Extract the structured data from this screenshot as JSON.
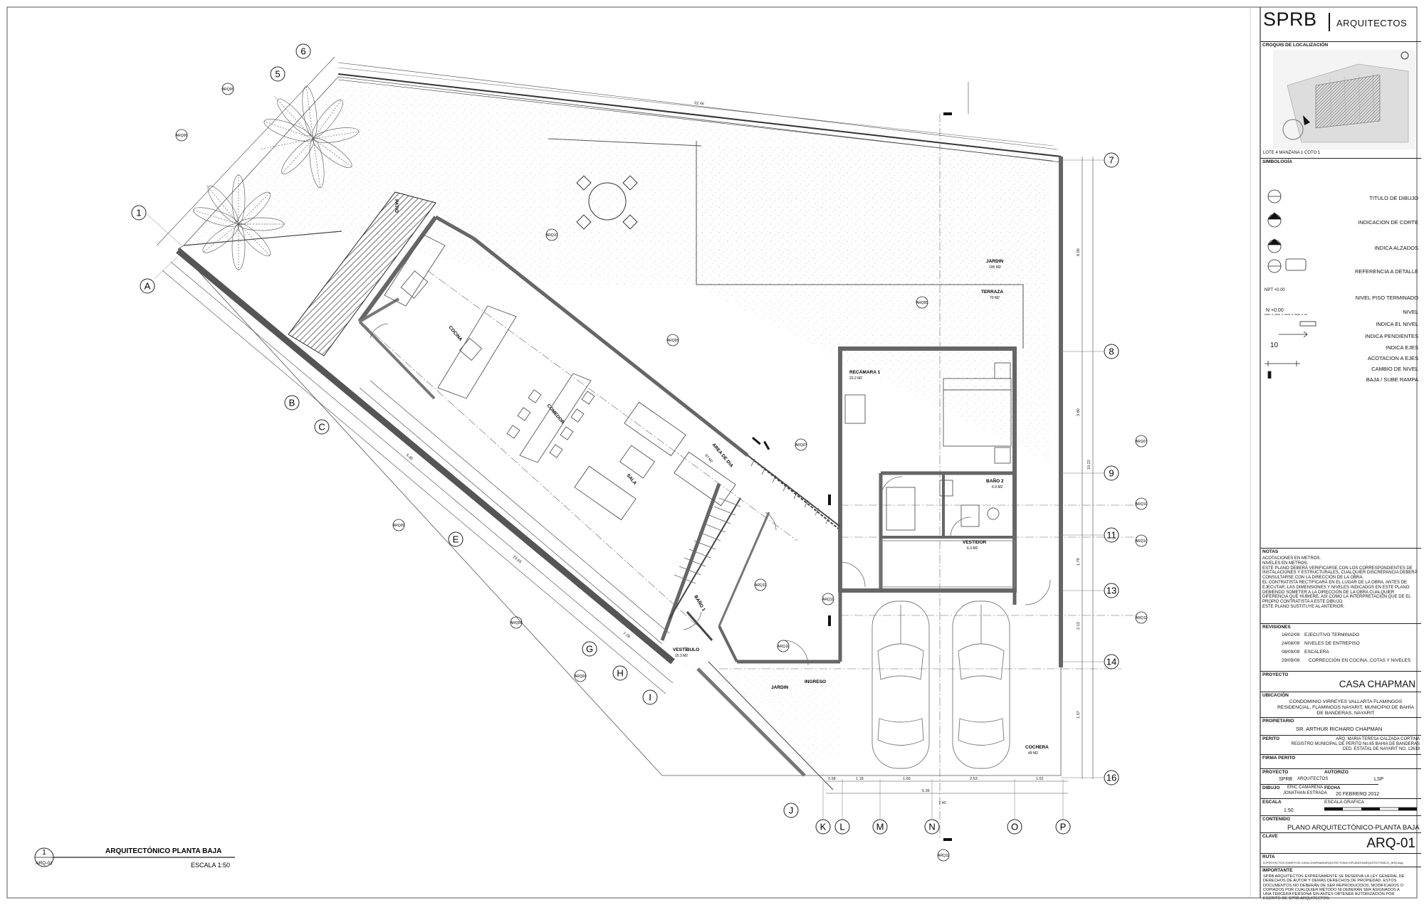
{
  "drawing": {
    "grid_labels": [
      "1",
      "5",
      "6",
      "7",
      "8",
      "9",
      "11",
      "13",
      "14",
      "16",
      "A",
      "B",
      "C",
      "E",
      "G",
      "H",
      "I",
      "J",
      "K",
      "L",
      "M",
      "N",
      "O",
      "P"
    ],
    "rooms": [
      {
        "name": "COCINA",
        "area": ""
      },
      {
        "name": "COMEDOR",
        "area": ""
      },
      {
        "name": "SALA",
        "area": ""
      },
      {
        "name": "AREA DE DIA",
        "area": "67 M2"
      },
      {
        "name": "JARDIN",
        "area": "105 M2"
      },
      {
        "name": "TERRAZA",
        "area": "70 M2"
      },
      {
        "name": "RECÁMARA 1",
        "area": "23.2 M2"
      },
      {
        "name": "BAÑO 2",
        "area": "6.9 M2"
      },
      {
        "name": "VESTIDOR",
        "area": "6.3 M2"
      },
      {
        "name": "BAÑO 1",
        "area": ""
      },
      {
        "name": "VESTÍBULO",
        "area": "15.3 M2"
      },
      {
        "name": "JARDIN",
        "area": ""
      },
      {
        "name": "INGRESO",
        "area": ""
      },
      {
        "name": "COCHERA",
        "area": "49 M2"
      },
      {
        "name": "PATIO",
        "area": ""
      }
    ],
    "dims": [
      "22.46",
      "6.00",
      "3.80",
      "10.22",
      "1.79",
      "2.13",
      "1.57",
      "0.58",
      "1.18",
      "1.69",
      "2.53",
      "1.52",
      "6.36",
      "7.40",
      "23.65",
      "5.45",
      "1.28"
    ],
    "tags": [
      "ARQ06",
      "ARQ05",
      "ARQ07",
      "ARQ08",
      "ARQ09",
      "ARQ10",
      "ARQ11",
      "ARQ12",
      "ARQ13"
    ],
    "title_block_label": "ARQUITECTÓNICO PLANTA BAJA",
    "title_block_scale": "ESCALA 1:50",
    "title_block_num": "1",
    "title_block_ref": "ARQ-01"
  },
  "title_block": {
    "brand": "SPRB",
    "brand_sub": "ARQUITECTOS",
    "location_label": "CROQUIS DE LOCALIZACIÓN",
    "location_caption": "LOTE 4  MANZANA 1 COTO 1",
    "symbology_label": "SIMBOLOGÍA",
    "symbols": [
      "TITULO DE DIBUJO",
      "INDICACION DE CORTE",
      "INDICA ALZADOS",
      "REFERENCIA A DETALLE",
      "NIVEL PISO  TERMINADO",
      "NIVEL",
      "INDICA EL NIVEL",
      "INDICA  PENDIENTES",
      "INDICA EJES",
      "ACOTACION A EJES",
      "CAMBIO DE NIVEL",
      "BAJA / SUBE RAMPA"
    ],
    "symbol_npt": "NPT +0.00",
    "symbol_n": "N +0.00",
    "symbol_axis": "10",
    "notes_label": "NOTAS",
    "notes": "ACOTACIONES EN METROS.\nNIVELES EN METROS.\nESTE PLANO DEBERÁ VERIFICARSE CON LOS CORRESPONDIENTES DE INSTALACIONES Y ESTRUCTURALES, CUALQUIER DISCREPANCIA DEBERÁ CONSULTARSE CON LA DIRECCIÓN DE LA OBRA.\nEL CONTRATISTA RECTIFICARÁ EN EL LUGAR DE LA OBRA, ANTES DE EJECUTAR, LAS DIMENSIONES Y NIVELES INDICADOS EN ESTE PLANO DEBIENDO SOMETER A LA DIRECCIÓN DE LA OBRA CUALQUIER DIFERENCIA QUE HUBIERE, ASÍ COMO LA INTERPRETACIÓN QUE DE EL PROPIO CONTRATISTA A ESTE DIBUJO.\nESTE PLANO SUSTITUYE AL ANTERIOR.",
    "revisions_label": "REVISIONES",
    "revisions": [
      {
        "date": "16/02/09",
        "desc": "EJECUTIVO TERMINADO"
      },
      {
        "date": "24/08/09",
        "desc": "NIVELES DE ENTREPISO"
      },
      {
        "date": "08/09/09",
        "desc": "ESCALERA"
      },
      {
        "date": "29/09/09",
        "desc": "CORRECCIÓN EN COCINA, COTAS Y NIVELES"
      }
    ],
    "project_label": "PROYECTO",
    "project": "CASA CHAPMAN",
    "location2_label": "UBICACIÓN",
    "location2": "CONDOMINIO VIRREYES VALLARTA FLAMINGOS RESIDENCIAL, FLAMINGOS NAYARIT, MUNICIPIO DE BAHÍA DE BANDERAS, NAYARIT",
    "owner_label": "PROPIETARIO",
    "owner": "SR. ARTHUR RICHARD CHAPMAN",
    "perito_label": "PERITO",
    "perito_lines": [
      "ARQ. MARIA TERESA CALZADA CORTINA",
      "REGISTRO MUNICIPAL DE PERITO  No.65  BAHIA DE BANDERAS",
      "CED. ESTATAL DE NAYARIT NO. 12619"
    ],
    "firma_label": "FIRMA PERITO",
    "proyecto2_label": "PROYECTO",
    "autorizo_label": "AUTORIZO",
    "proyecto2": "SPRB",
    "proyecto2_sub": "ARQUITECTOS",
    "autorizo": "LSP",
    "dibujo_label": "DIBUJO",
    "dibujo": [
      "ERIC CAMARENA",
      "JONATHAN ESTRADA"
    ],
    "fecha_label": "FECHA",
    "fecha": "20 FEBRERO 2012",
    "escala_label": "ESCALA",
    "escala": "1:50",
    "escala_grafica_label": "ESCALA GRAFICA",
    "contenido_label": "CONTENIDO",
    "contenido": "PLANO ARQUITECTÓNICO-PLANTA BAJA",
    "clave_label": "CLAVE",
    "clave": "ARQ-01",
    "ruta_label": "RUTA",
    "ruta": "D:\\PROYECTOS 2009\\PH 02 CASA CHAPMAN\\ARQUITECTONICO\\PLANOS\\ARQUITECTONICO_ARQ.dwg",
    "importante_label": "IMPORTANTE",
    "importante": "SPRB ARQUITECTOS EXPRESAMENTE SE RESERVA LA LEY GENERAL DE DERECHOS DE AUTOR Y DEMÁS DERECHOS DE PROPIEDAD. ESTOS DOCUMENTOS NO DEBERÁN DE SER REPRODUCIDOS, MODIFICADOS O COPIADOS POR CUALQUIER MÉTODO NI DEBERÁN SER ASIGNADOS A UNA TERCERA PERSONA SIN ANTES OBTENER AUTORIZACIÓN POR ESCRITO DE SPRB ARQUITECTOS."
  }
}
